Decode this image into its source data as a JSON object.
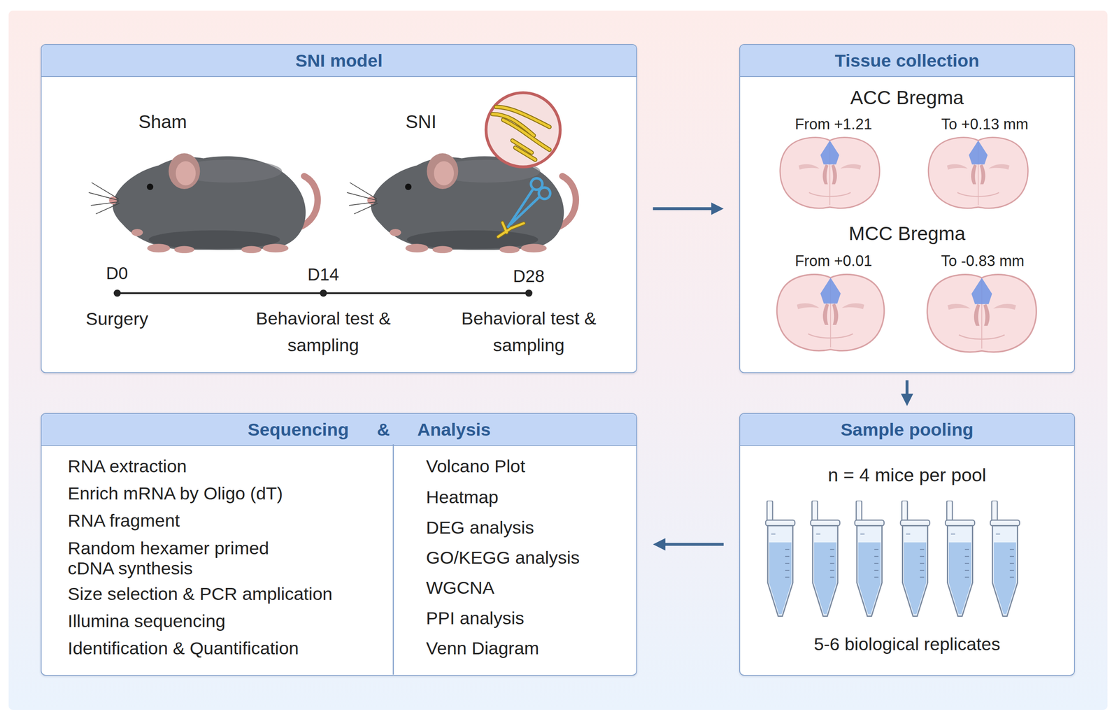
{
  "diagram": {
    "nodes": [
      {
        "text": [
          "SNI model"
        ]
      },
      {
        "text": [
          "Tissue collection"
        ]
      },
      {
        "text": [
          "Sequencing & Analysis"
        ]
      },
      {
        "text": [
          "Sample pooling"
        ]
      }
    ],
    "edges": [
      {
        "from": 0,
        "to": 1,
        "arrow": "to"
      },
      {
        "from": 1,
        "to": 3,
        "arrow": "to"
      },
      {
        "from": 3,
        "to": 2,
        "arrow": "to"
      }
    ],
    "labels": [
      "Sham",
      "SNI",
      "D0",
      "D14",
      "D28",
      "Surgery",
      "Behavioral test & sampling",
      "Behavioral test & sampling",
      "ACC Bregma",
      "From +1.21",
      "To +0.13 mm",
      "MCC Bregma",
      "From +0.01",
      "To -0.83 mm",
      "n = 4 mice per pool",
      "5-6 biological replicates",
      "RNA extraction",
      "Enrich mRNA by Oligo (dT)",
      "RNA fragment",
      "Random hexamer primed cDNA synthesis",
      "Size selection & PCR amplication",
      "Illumina sequencing",
      "Identification & Quantification",
      "Volcano Plot",
      "Heatmap",
      "DEG analysis",
      "GO/KEGG analysis",
      "WGCNA",
      "PPI analysis",
      "Venn Diagram"
    ]
  }
}
